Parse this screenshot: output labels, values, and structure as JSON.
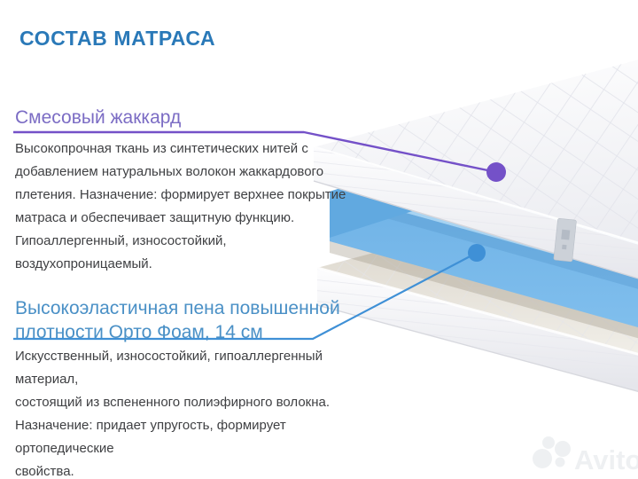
{
  "title": "СОСТАВ МАТРАСА",
  "sections": [
    {
      "id": "cover",
      "heading": "Смесовый жаккард",
      "body": "Высокопрочная ткань из синтетических нитей с\nдобавлением натуральных волокон жаккардового\nплетения. Назначение: формирует верхнее покрытие\nматраса и обеспечивает защитную функцию.\nГипоаллергенный, износостойкий, воздухопроницаемый."
    },
    {
      "id": "foam",
      "heading": "Высокоэластичная пена повышенной\nплотности Орто Фоам, 14 см",
      "body": "Искусственный, износостойкий, гипоаллергенный материал,\nсостоящий из вспененного полиэфирного волокна.\nНазначение: придает упругость, формирует ортопедические\nсвойства."
    }
  ],
  "colors": {
    "background": "#ffffff",
    "title_blue": "#2a79b8",
    "heading_purple": "#7b6cc4",
    "heading_blue": "#4a90c6",
    "callout_purple": "#7451c8",
    "callout_blue": "#3f90d6",
    "foam_blue": "#77b9ea",
    "body_text": "#3f4043",
    "watermark_gray": "#eef0f2"
  },
  "watermark": {
    "label": "Avito"
  }
}
